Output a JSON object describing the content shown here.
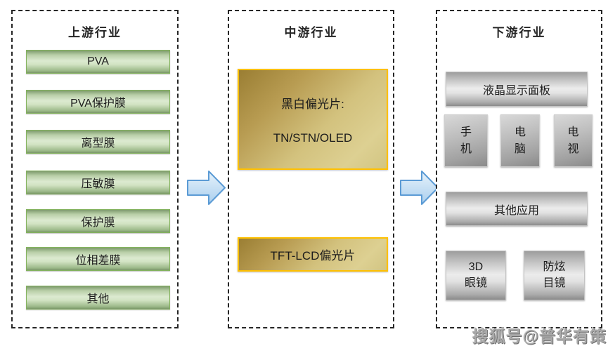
{
  "diagram": {
    "upstream": {
      "title": "上游行业",
      "items": [
        "PVA",
        "PVA保护膜",
        "离型膜",
        "压敏膜",
        "保护膜",
        "位相差膜",
        "其他"
      ]
    },
    "midstream": {
      "title": "中游行业",
      "bw_polarizer": {
        "line1": "黑白偏光片:",
        "line2": "TN/STN/OLED"
      },
      "tft_polarizer": "TFT-LCD偏光片"
    },
    "downstream": {
      "title": "下游行业",
      "lcd_panel": "液晶显示面板",
      "devices": [
        {
          "line1": "手",
          "line2": "机"
        },
        {
          "line1": "电",
          "line2": "脑"
        },
        {
          "line1": "电",
          "line2": "视"
        }
      ],
      "other_applications": "其他应用",
      "eyewear": [
        {
          "line1": "3D",
          "line2": "眼镜"
        },
        {
          "line1": "防炫",
          "line2": "目镜"
        }
      ]
    },
    "arrows": {
      "icon": "right-arrow-icon"
    },
    "watermark": "搜狐号@普华有策",
    "colors": {
      "upstream_box_border": "#84b35e",
      "upstream_box_fill": "#d2e3c3",
      "midstream_box_border": "#ffc000",
      "midstream_box_fill": "#c9b469",
      "downstream_box_fill": "#b3b3b3",
      "arrow_fill": "#cfe3f5",
      "arrow_border": "#5b9bd5",
      "panel_border": "#262626"
    }
  }
}
